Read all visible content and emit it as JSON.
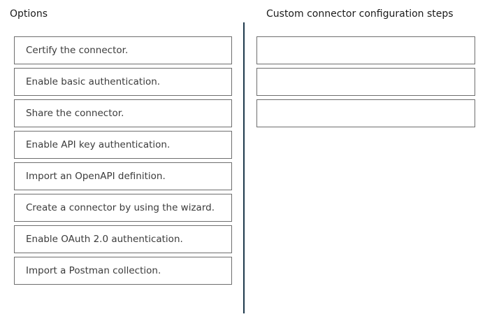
{
  "headings": {
    "options": "Options",
    "steps": "Custom connector configuration steps"
  },
  "options": [
    {
      "label": "Certify the connector."
    },
    {
      "label": "Enable basic authentication."
    },
    {
      "label": "Share the connector."
    },
    {
      "label": "Enable API key authentication."
    },
    {
      "label": "Import an OpenAPI definition."
    },
    {
      "label": "Create a connector by using the wizard."
    },
    {
      "label": "Enable OAuth 2.0 authentication."
    },
    {
      "label": "Import a Postman collection."
    }
  ],
  "steps": [
    {
      "value": ""
    },
    {
      "value": ""
    },
    {
      "value": ""
    }
  ]
}
